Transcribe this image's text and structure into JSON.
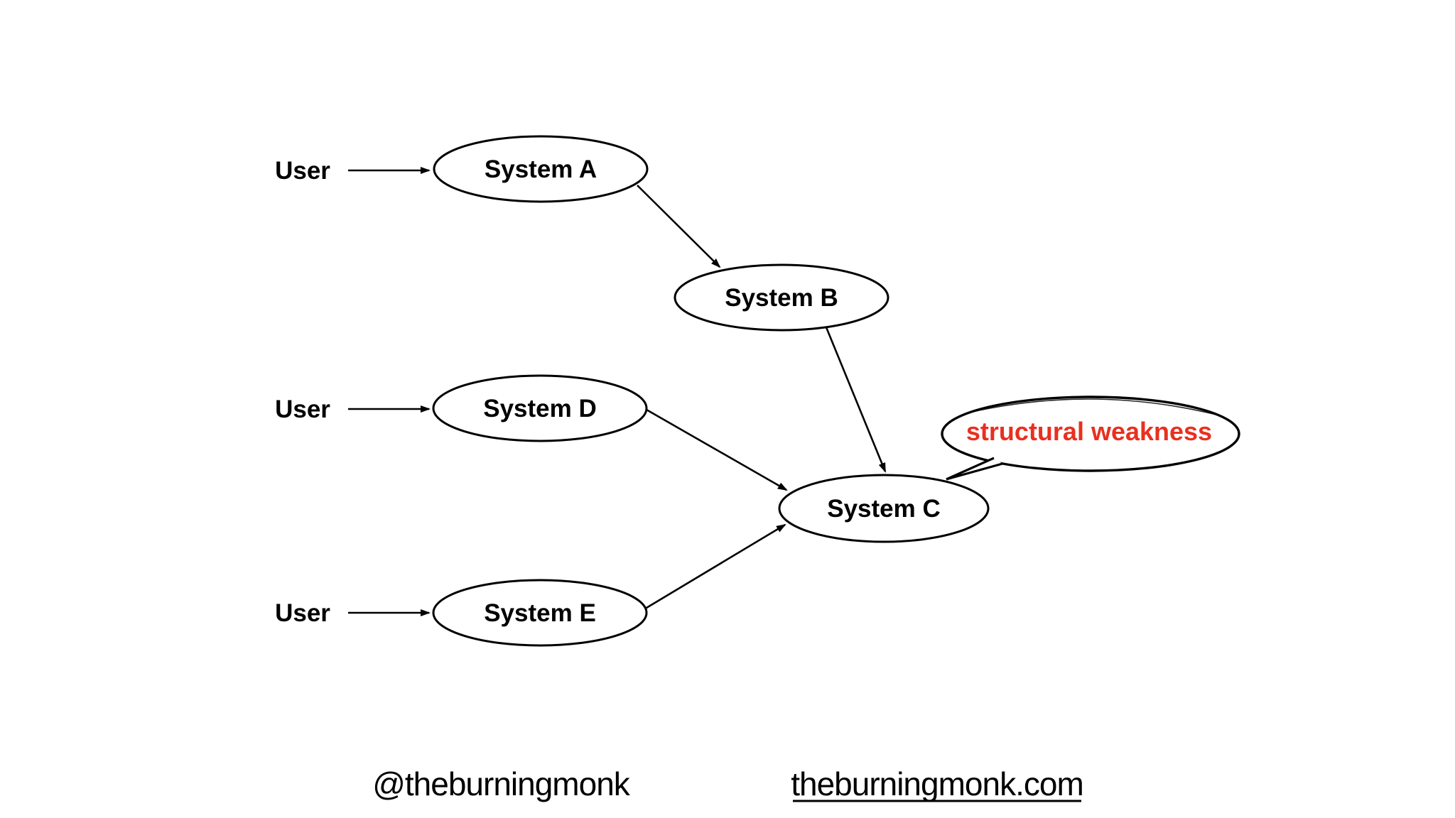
{
  "diagram": {
    "users": [
      {
        "label": "User"
      },
      {
        "label": "User"
      },
      {
        "label": "User"
      }
    ],
    "nodes": [
      {
        "id": "system-a",
        "label": "System A"
      },
      {
        "id": "system-b",
        "label": "System B"
      },
      {
        "id": "system-c",
        "label": "System C"
      },
      {
        "id": "system-d",
        "label": "System D"
      },
      {
        "id": "system-e",
        "label": "System E"
      }
    ],
    "edges": [
      {
        "from": "User",
        "to": "System A"
      },
      {
        "from": "System A",
        "to": "System B"
      },
      {
        "from": "System B",
        "to": "System C"
      },
      {
        "from": "User",
        "to": "System D"
      },
      {
        "from": "System D",
        "to": "System C"
      },
      {
        "from": "User",
        "to": "System E"
      },
      {
        "from": "System E",
        "to": "System C"
      }
    ],
    "callout": {
      "label": "structural weakness",
      "target": "System C",
      "color": "#e8301f"
    }
  },
  "footer": {
    "handle": "@theburningmonk",
    "website": "theburningmonk.com"
  },
  "colors": {
    "background": "#ffffff",
    "stroke": "#000000",
    "callout_text": "#e8301f"
  }
}
